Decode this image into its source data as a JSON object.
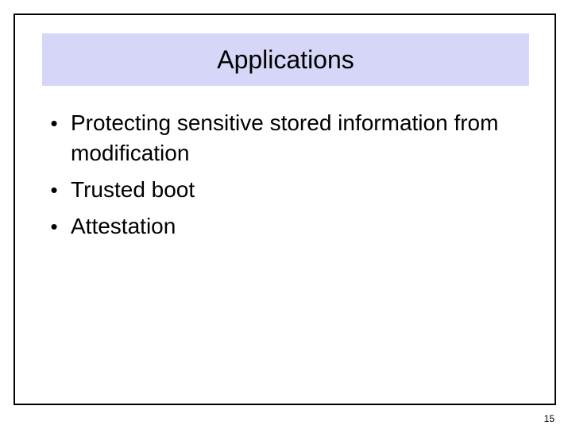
{
  "slide": {
    "title": "Applications",
    "title_bg": "#d6d6f8",
    "bullets": [
      "Protecting sensitive stored information from modification",
      "Trusted boot",
      "Attestation"
    ],
    "bullet_glyph": "•",
    "page_number": "15"
  }
}
